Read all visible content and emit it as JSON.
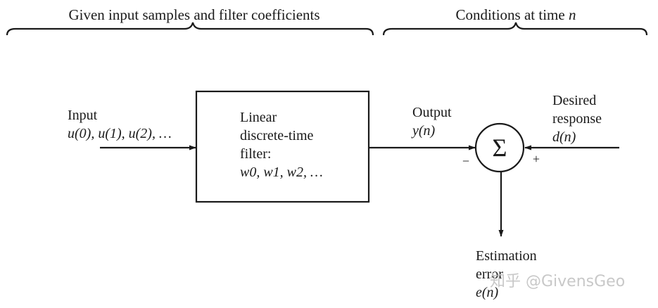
{
  "headers": {
    "left": "Given input samples and filter coefficients",
    "right_prefix": "Conditions at time ",
    "right_var": "n"
  },
  "input": {
    "label": "Input",
    "samples": "u(0), u(1), u(2), …"
  },
  "filter": {
    "line1": "Linear",
    "line2": "discrete-time",
    "line3": "filter:",
    "coeffs": "w0, w1, w2, …"
  },
  "output": {
    "label": "Output",
    "symbol": "y(n)"
  },
  "summer": {
    "symbol": "Σ",
    "minus_sign": "−",
    "plus_sign": "+"
  },
  "desired": {
    "line1": "Desired",
    "line2": "response",
    "symbol": "d(n)"
  },
  "error": {
    "line1": "Estimation",
    "line2": "error",
    "symbol": "e(n)"
  },
  "watermark": "知乎 @GivensGeo"
}
